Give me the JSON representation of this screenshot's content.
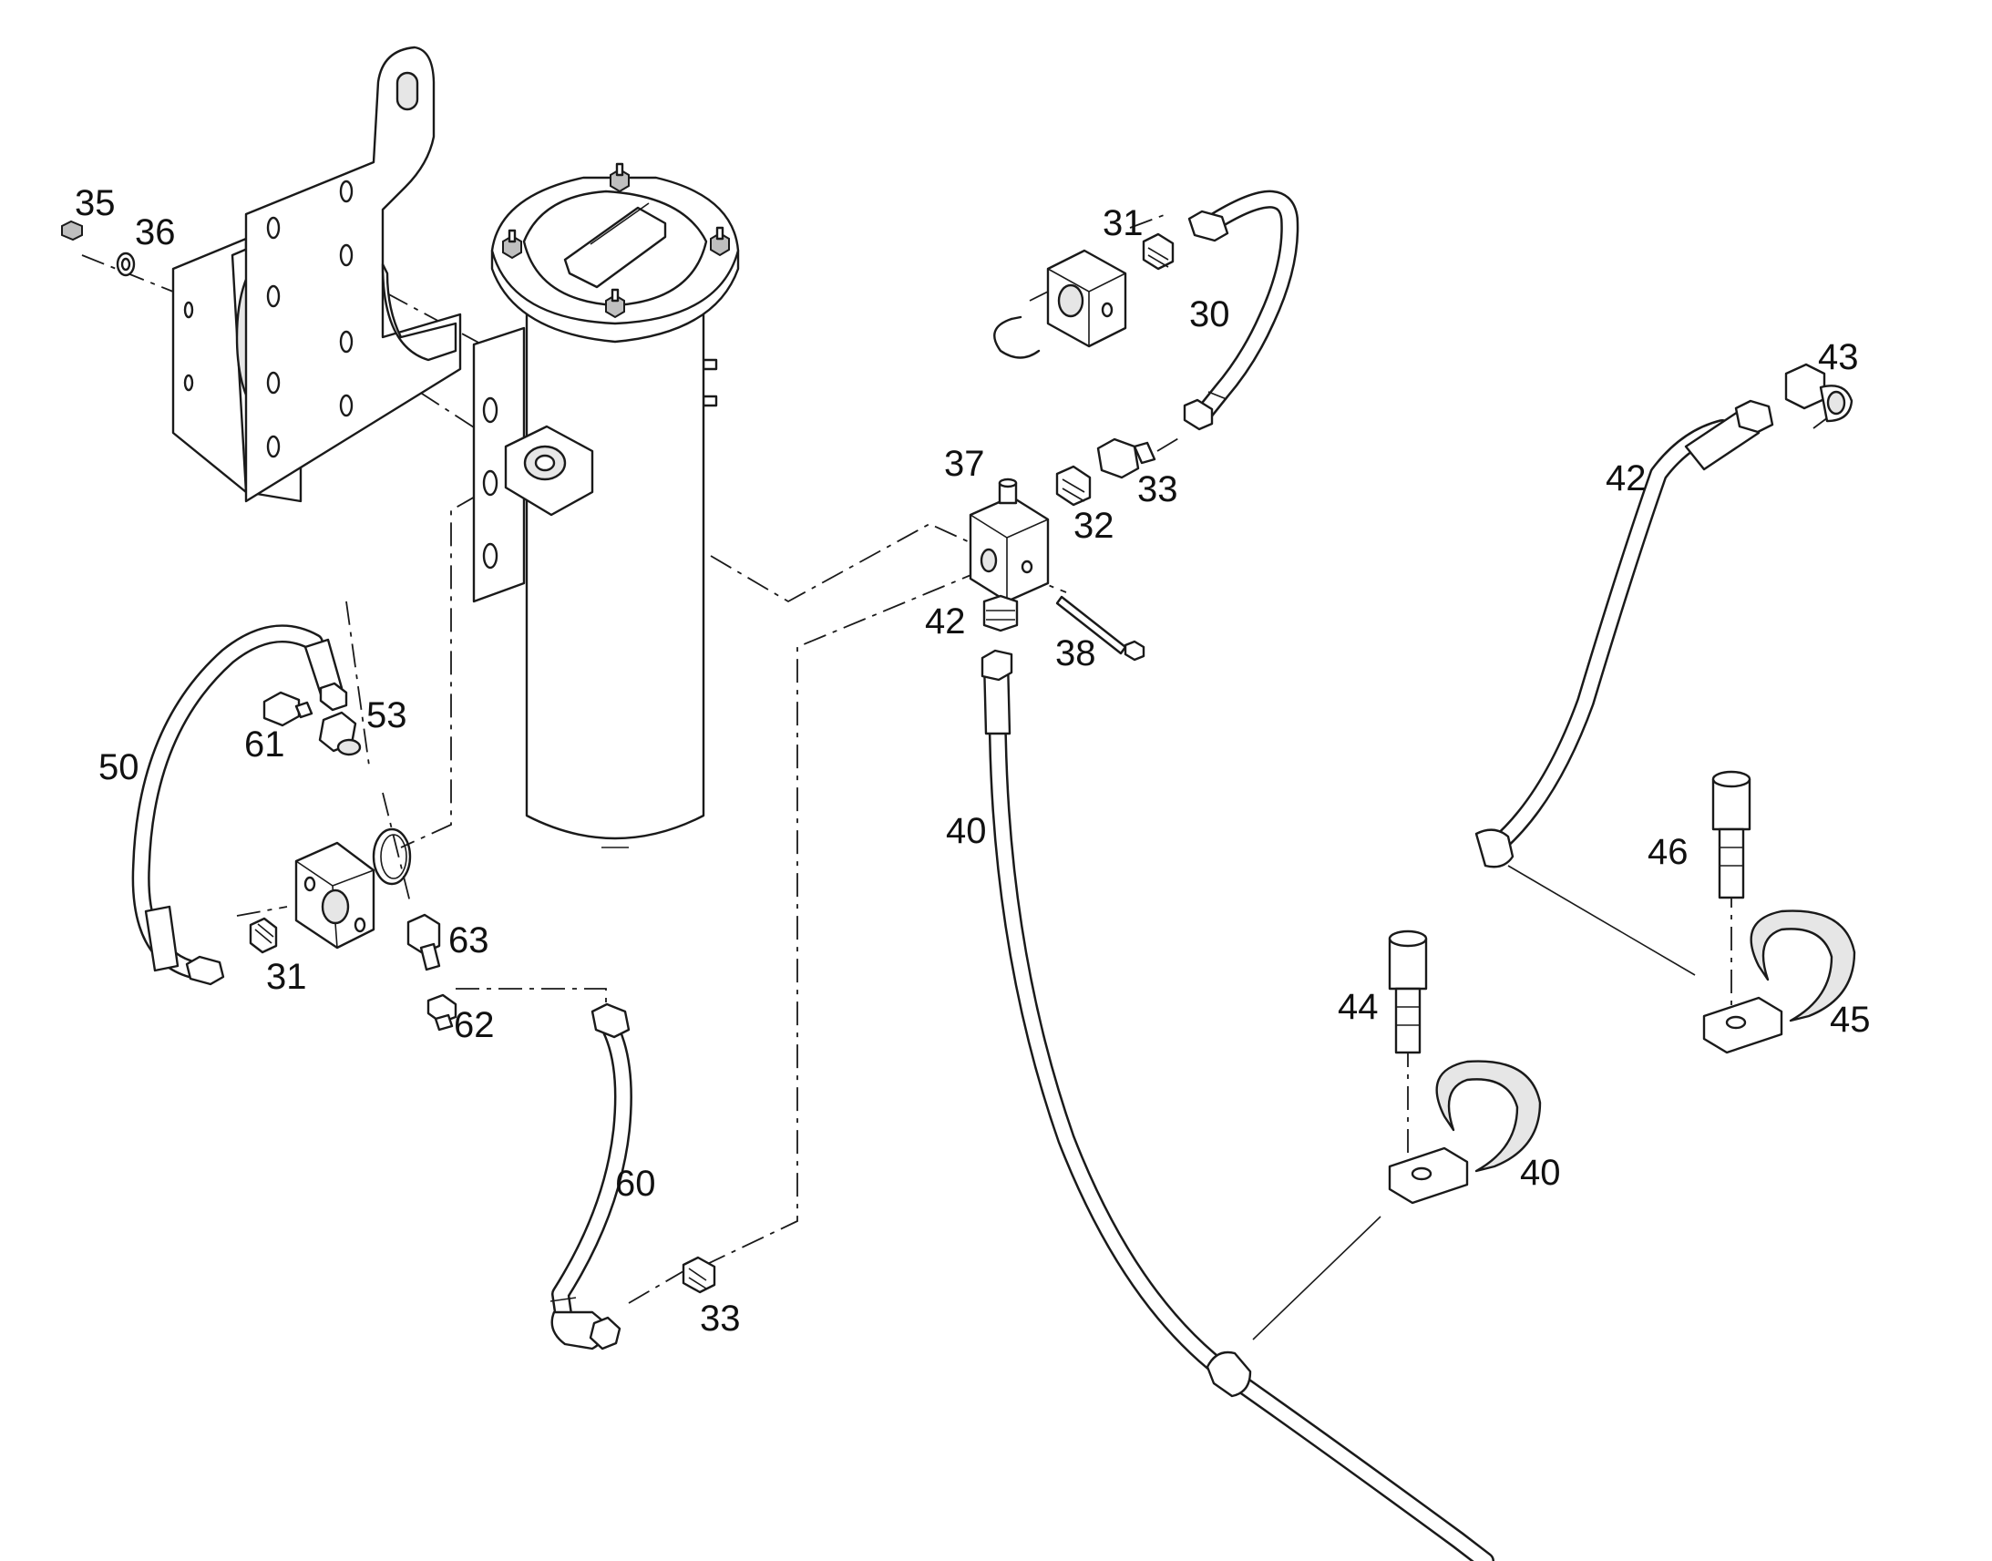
{
  "diagram": {
    "labels": [
      {
        "id": "l30",
        "text": "30"
      },
      {
        "id": "l31a",
        "text": "31"
      },
      {
        "id": "l31b",
        "text": "31"
      },
      {
        "id": "l32",
        "text": "32"
      },
      {
        "id": "l33a",
        "text": "33"
      },
      {
        "id": "l33b",
        "text": "33"
      },
      {
        "id": "l35",
        "text": "35"
      },
      {
        "id": "l36",
        "text": "36"
      },
      {
        "id": "l37",
        "text": "37"
      },
      {
        "id": "l38",
        "text": "38"
      },
      {
        "id": "l40a",
        "text": "40"
      },
      {
        "id": "l40b",
        "text": "40"
      },
      {
        "id": "l42a",
        "text": "42"
      },
      {
        "id": "l42b",
        "text": "42"
      },
      {
        "id": "l43",
        "text": "43"
      },
      {
        "id": "l44",
        "text": "44"
      },
      {
        "id": "l45",
        "text": "45"
      },
      {
        "id": "l46",
        "text": "46"
      },
      {
        "id": "l50",
        "text": "50"
      },
      {
        "id": "l53",
        "text": "53"
      },
      {
        "id": "l60",
        "text": "60"
      },
      {
        "id": "l61",
        "text": "61"
      },
      {
        "id": "l62",
        "text": "62"
      },
      {
        "id": "l63",
        "text": "63"
      }
    ]
  }
}
